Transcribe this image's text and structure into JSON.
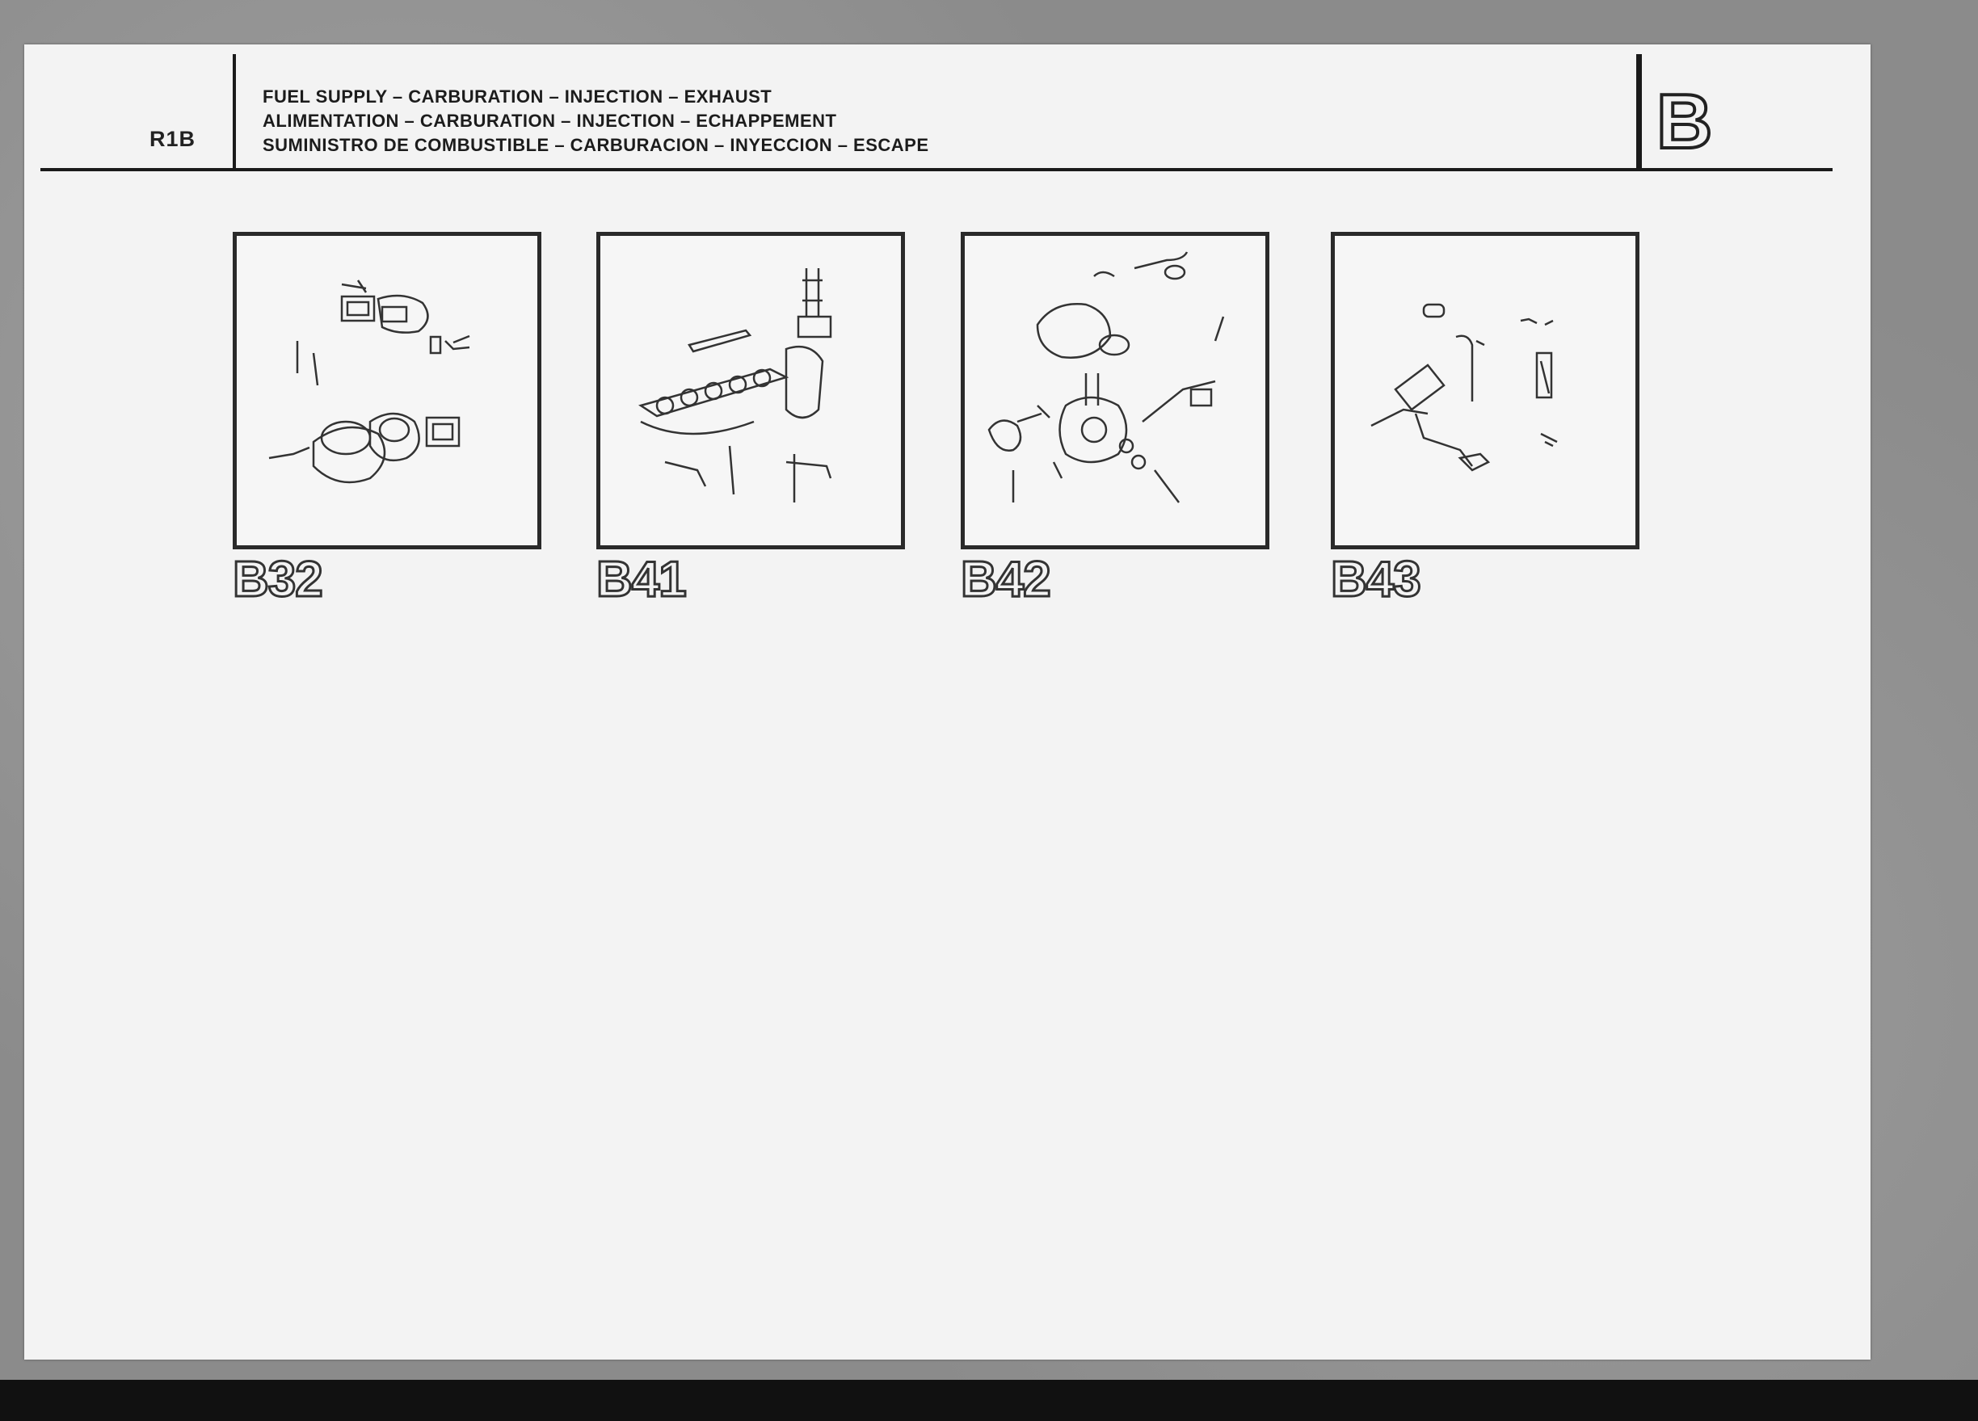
{
  "header": {
    "ref_code": "R1B",
    "title_lines": [
      "FUEL SUPPLY – CARBURATION – INJECTION – EXHAUST",
      "ALIMENTATION – CARBURATION – INJECTION – ECHAPPEMENT",
      "SUMINISTRO DE COMBUSTIBLE – CARBURACION – INYECCION – ESCAPE"
    ],
    "section_letter": "B"
  },
  "figures": [
    {
      "label": "B32",
      "icon": "exhaust-assembly-drawing"
    },
    {
      "label": "B41",
      "icon": "intake-manifold-drawing"
    },
    {
      "label": "B42",
      "icon": "carburetor-drawing"
    },
    {
      "label": "B43",
      "icon": "throttle-linkage-drawing"
    }
  ]
}
